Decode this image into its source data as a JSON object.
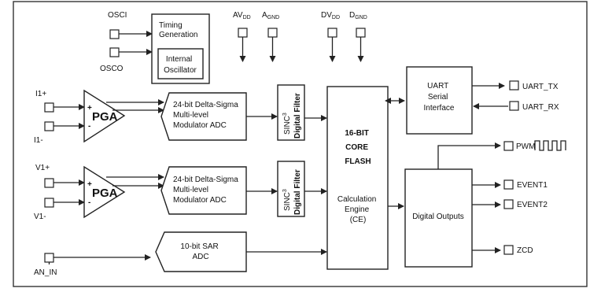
{
  "diagram": {
    "timing_generation": [
      "Timing",
      "Generation"
    ],
    "internal_oscillator": [
      "Internal",
      "Oscillator"
    ],
    "pins": {
      "osci": "OSCI",
      "osco": "OSCO",
      "av_dd": {
        "base": "AV",
        "sub": "DD"
      },
      "a_gnd": {
        "base": "A",
        "sub": "GND"
      },
      "dv_dd": {
        "base": "DV",
        "sub": "DD"
      },
      "d_gnd": {
        "base": "D",
        "sub": "GND"
      },
      "i1_plus": "I1+",
      "i1_minus": "I1-",
      "v1_plus": "V1+",
      "v1_minus": "V1-",
      "an_in": "AN_IN",
      "uart_tx": "UART_TX",
      "uart_rx": "UART_RX",
      "pwm": "PWM",
      "event1": "EVENT1",
      "event2": "EVENT2",
      "zcd": "ZCD"
    },
    "pga_label": "PGA",
    "plus_sign": "+",
    "minus_sign": "-",
    "adc_24bit": [
      "24-bit Delta-Sigma",
      "Multi-level",
      "Modulator ADC"
    ],
    "sinc_filter": {
      "base": "SINC",
      "sup": "3",
      "line2": "Digital Filter"
    },
    "core": [
      "16-BIT",
      "CORE",
      "FLASH"
    ],
    "calc_engine": [
      "Calculation",
      "Engine",
      "(CE)"
    ],
    "uart": [
      "UART",
      "Serial",
      "Interface"
    ],
    "digital_outputs": "Digital Outputs",
    "sar_adc": [
      "10-bit SAR",
      "ADC"
    ]
  }
}
